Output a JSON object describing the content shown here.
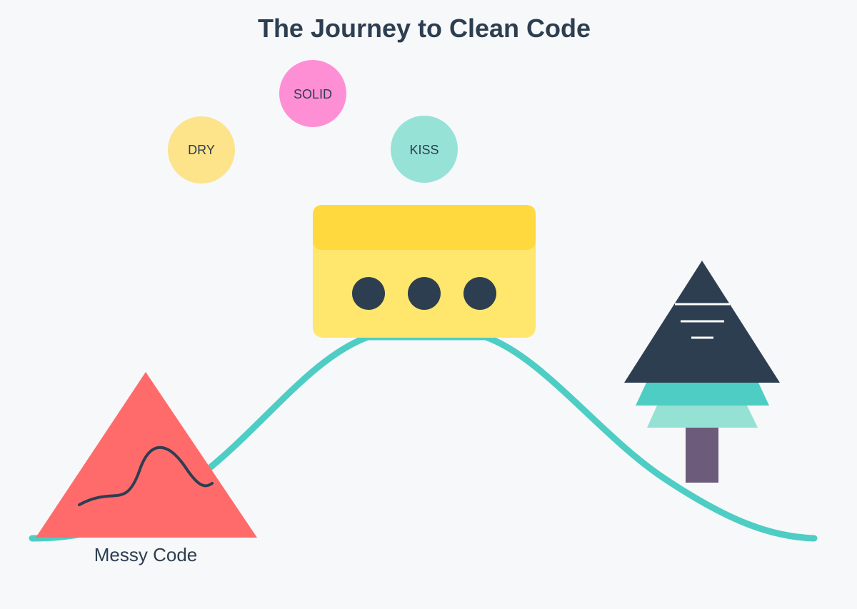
{
  "title": "The Journey to Clean Code",
  "principles": [
    {
      "label": "DRY",
      "color": "#fde38a"
    },
    {
      "label": "SOLID",
      "color": "#ff8fd5"
    },
    {
      "label": "KISS",
      "color": "#97e2d6"
    }
  ],
  "start_caption": "Messy Code",
  "colors": {
    "background": "#f6f8fa",
    "path": "#4ecdc4",
    "messy_triangle": "#ff6b6b",
    "dark": "#2d3e50",
    "window_body": "#ffe66d",
    "window_header": "#ffd93d",
    "tree_mid": "#4ecdc4",
    "tree_low": "#95e1d3",
    "trunk": "#6c5b7b"
  }
}
